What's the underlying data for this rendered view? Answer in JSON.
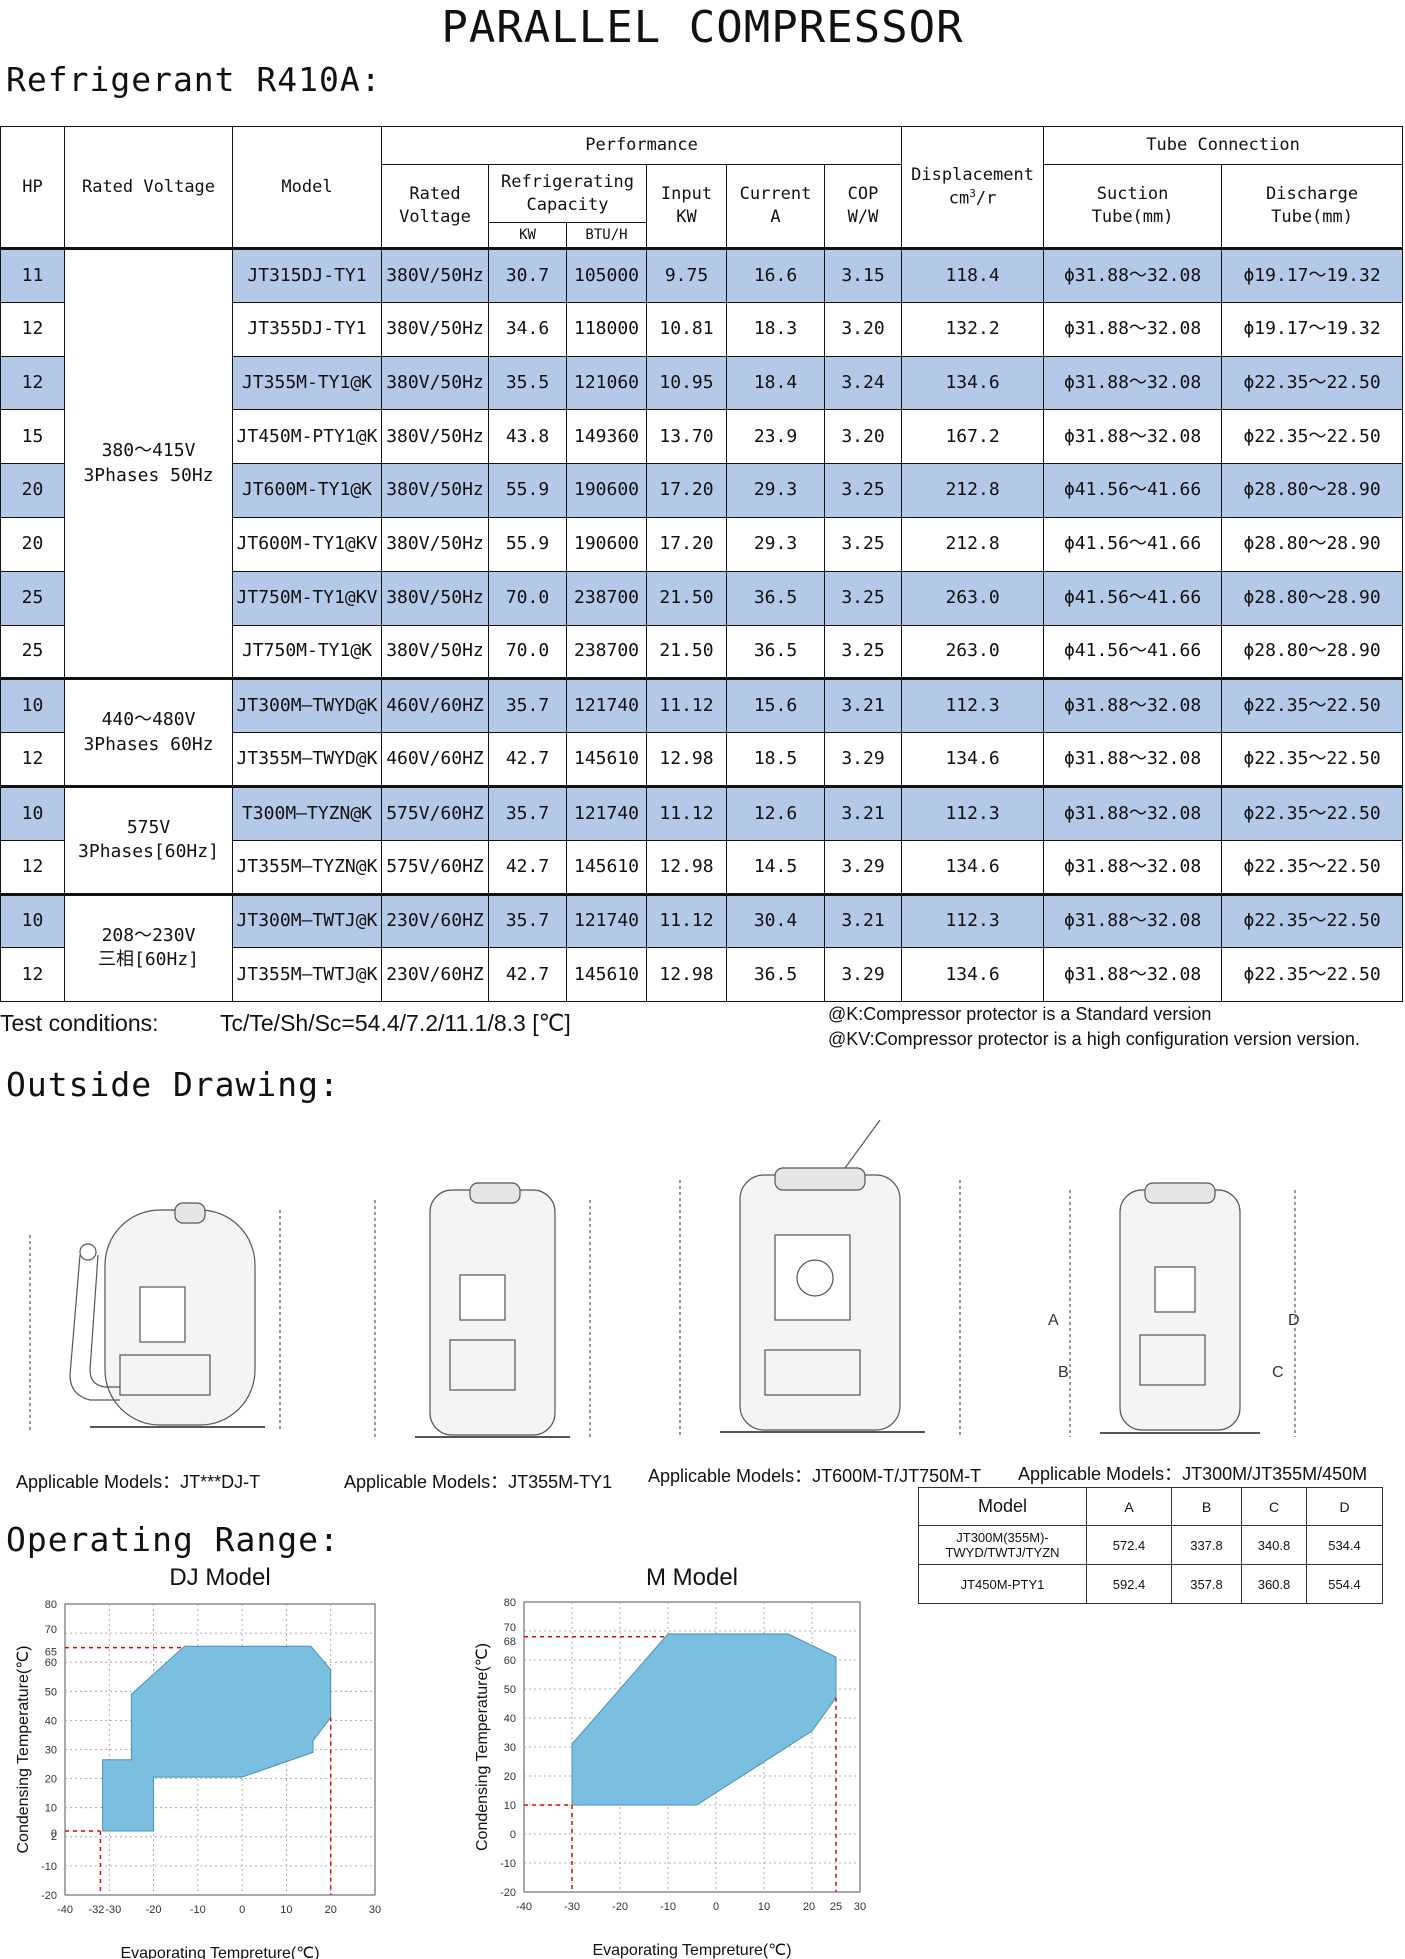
{
  "title": "PARALLEL COMPRESSOR",
  "refrigerant_heading": "Refrigerant R410A:",
  "table": {
    "headers": {
      "hp": "HP",
      "rated_voltage": "Rated Voltage",
      "model": "Model",
      "performance": "Performance",
      "rated_voltage2_l1": "Rated",
      "rated_voltage2_l2": "Voltage",
      "refrig_cap_l1": "Refrigerating",
      "refrig_cap_l2": "Capacity",
      "kw": "KW",
      "btu": "BTU/H",
      "input_l1": "Input",
      "input_l2": "KW",
      "current_l1": "Current",
      "current_l2": "A",
      "cop_l1": "COP",
      "cop_l2": "W/W",
      "disp_l1": "Displacement",
      "disp_l2": "cm",
      "disp_sup": "3",
      "disp_l3": "/r",
      "tube": "Tube Connection",
      "suction_l1": "Suction",
      "suction_l2": "Tube(mm)",
      "discharge_l1": "Discharge",
      "discharge_l2": "Tube(mm)"
    },
    "voltage_groups": [
      {
        "l1": "380～415V",
        "l2": "3Phases 50Hz"
      },
      {
        "l1": "440～480V",
        "l2": "3Phases 60Hz"
      },
      {
        "l1": "575V",
        "l2": "3Phases[60Hz]"
      },
      {
        "l1": "208～230V",
        "l2": "三相[60Hz]"
      }
    ],
    "rows": [
      [
        "11",
        "JT315DJ-TY1",
        "380V/50Hz",
        "30.7",
        "105000",
        "9.75",
        "16.6",
        "3.15",
        "118.4",
        "ϕ31.88～32.08",
        "ϕ19.17～19.32"
      ],
      [
        "12",
        "JT355DJ-TY1",
        "380V/50Hz",
        "34.6",
        "118000",
        "10.81",
        "18.3",
        "3.20",
        "132.2",
        "ϕ31.88～32.08",
        "ϕ19.17～19.32"
      ],
      [
        "12",
        "JT355M-TY1@K",
        "380V/50Hz",
        "35.5",
        "121060",
        "10.95",
        "18.4",
        "3.24",
        "134.6",
        "ϕ31.88～32.08",
        "ϕ22.35～22.50"
      ],
      [
        "15",
        "JT450M-PTY1@K",
        "380V/50Hz",
        "43.8",
        "149360",
        "13.70",
        "23.9",
        "3.20",
        "167.2",
        "ϕ31.88～32.08",
        "ϕ22.35～22.50"
      ],
      [
        "20",
        "JT600M-TY1@K",
        "380V/50Hz",
        "55.9",
        "190600",
        "17.20",
        "29.3",
        "3.25",
        "212.8",
        "ϕ41.56～41.66",
        "ϕ28.80～28.90"
      ],
      [
        "20",
        "JT600M-TY1@KV",
        "380V/50Hz",
        "55.9",
        "190600",
        "17.20",
        "29.3",
        "3.25",
        "212.8",
        "ϕ41.56～41.66",
        "ϕ28.80～28.90"
      ],
      [
        "25",
        "JT750M-TY1@KV",
        "380V/50Hz",
        "70.0",
        "238700",
        "21.50",
        "36.5",
        "3.25",
        "263.0",
        "ϕ41.56～41.66",
        "ϕ28.80～28.90"
      ],
      [
        "25",
        "JT750M-TY1@K",
        "380V/50Hz",
        "70.0",
        "238700",
        "21.50",
        "36.5",
        "3.25",
        "263.0",
        "ϕ41.56～41.66",
        "ϕ28.80～28.90"
      ],
      [
        "10",
        "JT300M—TWYD@K",
        "460V/60HZ",
        "35.7",
        "121740",
        "11.12",
        "15.6",
        "3.21",
        "112.3",
        "ϕ31.88～32.08",
        "ϕ22.35～22.50"
      ],
      [
        "12",
        "JT355M—TWYD@K",
        "460V/60HZ",
        "42.7",
        "145610",
        "12.98",
        "18.5",
        "3.29",
        "134.6",
        "ϕ31.88～32.08",
        "ϕ22.35～22.50"
      ],
      [
        "10",
        "T300M—TYZN@K",
        "575V/60HZ",
        "35.7",
        "121740",
        "11.12",
        "12.6",
        "3.21",
        "112.3",
        "ϕ31.88～32.08",
        "ϕ22.35～22.50"
      ],
      [
        "12",
        "JT355M—TYZN@K",
        "575V/60HZ",
        "42.7",
        "145610",
        "12.98",
        "14.5",
        "3.29",
        "134.6",
        "ϕ31.88～32.08",
        "ϕ22.35～22.50"
      ],
      [
        "10",
        "JT300M—TWTJ@K",
        "230V/60HZ",
        "35.7",
        "121740",
        "11.12",
        "30.4",
        "3.21",
        "112.3",
        "ϕ31.88～32.08",
        "ϕ22.35～22.50"
      ],
      [
        "12",
        "JT355M—TWTJ@K",
        "230V/60HZ",
        "42.7",
        "145610",
        "12.98",
        "36.5",
        "3.29",
        "134.6",
        "ϕ31.88～32.08",
        "ϕ22.35～22.50"
      ]
    ]
  },
  "test_conditions_label": "Test conditions:",
  "test_conditions_value": "Tc/Te/Sh/Sc=54.4/7.2/11.1/8.3 [℃]",
  "note_k": "@K:Compressor  protector  is  a Standard version",
  "note_kv": "@KV:Compressor protector is a high configuration version version.",
  "outside_heading": "Outside Drawing:",
  "captions": [
    "Applicable Models：JT***DJ-T",
    "Applicable Models：JT355M-TY1",
    "Applicable Models：JT600M-T/JT750M-T",
    "Applicable Models：JT300M/JT355M/450M"
  ],
  "dim_table": {
    "headers": [
      "Model",
      "A",
      "B",
      "C",
      "D"
    ],
    "rows": [
      {
        "model_l1": "JT300M(355M)-",
        "model_l2": "TWYD/TWTJ/TYZN",
        "a": "572.4",
        "b": "337.8",
        "c": "340.8",
        "d": "534.4"
      },
      {
        "model_l1": "JT450M-PTY1",
        "model_l2": "",
        "a": "592.4",
        "b": "357.8",
        "c": "360.8",
        "d": "554.4"
      }
    ]
  },
  "operating_heading": "Operating Range:",
  "chart_data": [
    {
      "type": "area",
      "title": "DJ Model",
      "xlabel": "Evaporating Tempreture(℃)",
      "ylabel": "Condensing Temperature(℃)",
      "xlim": [
        -40,
        30
      ],
      "ylim": [
        -20,
        80
      ],
      "xticks": [
        -40,
        -32,
        -30,
        -20,
        -10,
        0,
        10,
        20,
        30
      ],
      "yticks": [
        -20,
        -10,
        0,
        2,
        10,
        20,
        30,
        40,
        50,
        60,
        65,
        70,
        80
      ],
      "grid": true,
      "envelope": [
        [
          -31.5,
          26.5
        ],
        [
          -25,
          26.5
        ],
        [
          -25,
          49
        ],
        [
          -13,
          65.5
        ],
        [
          15.5,
          65.5
        ],
        [
          20,
          57.5
        ],
        [
          20,
          41
        ],
        [
          16,
          33
        ],
        [
          16,
          29
        ],
        [
          0,
          20.5
        ],
        [
          -20,
          20.5
        ],
        [
          -20,
          2
        ],
        [
          -31.5,
          2
        ]
      ],
      "reference_lines": {
        "x": [
          -32,
          20
        ],
        "y": [
          2,
          65
        ]
      },
      "color": "#7bbfe0"
    },
    {
      "type": "area",
      "title": "M Model",
      "xlabel": "Evaporating Tempreture(℃)",
      "ylabel": "Condensing Temperature(℃)",
      "xlim": [
        -40,
        30
      ],
      "ylim": [
        -20,
        80
      ],
      "xticks": [
        -40,
        -30,
        -20,
        -10,
        0,
        10,
        20,
        25,
        30
      ],
      "yticks": [
        -20,
        -10,
        0,
        10,
        20,
        30,
        40,
        50,
        60,
        68,
        70,
        80
      ],
      "grid": true,
      "envelope": [
        [
          -30,
          10
        ],
        [
          -30,
          31
        ],
        [
          -10,
          69
        ],
        [
          15,
          69
        ],
        [
          25,
          61
        ],
        [
          25,
          47
        ],
        [
          20,
          35.5
        ],
        [
          -4,
          10
        ]
      ],
      "reference_lines": {
        "x": [
          -30,
          25
        ],
        "y": [
          10,
          68
        ]
      },
      "color": "#7bbfe0"
    }
  ]
}
